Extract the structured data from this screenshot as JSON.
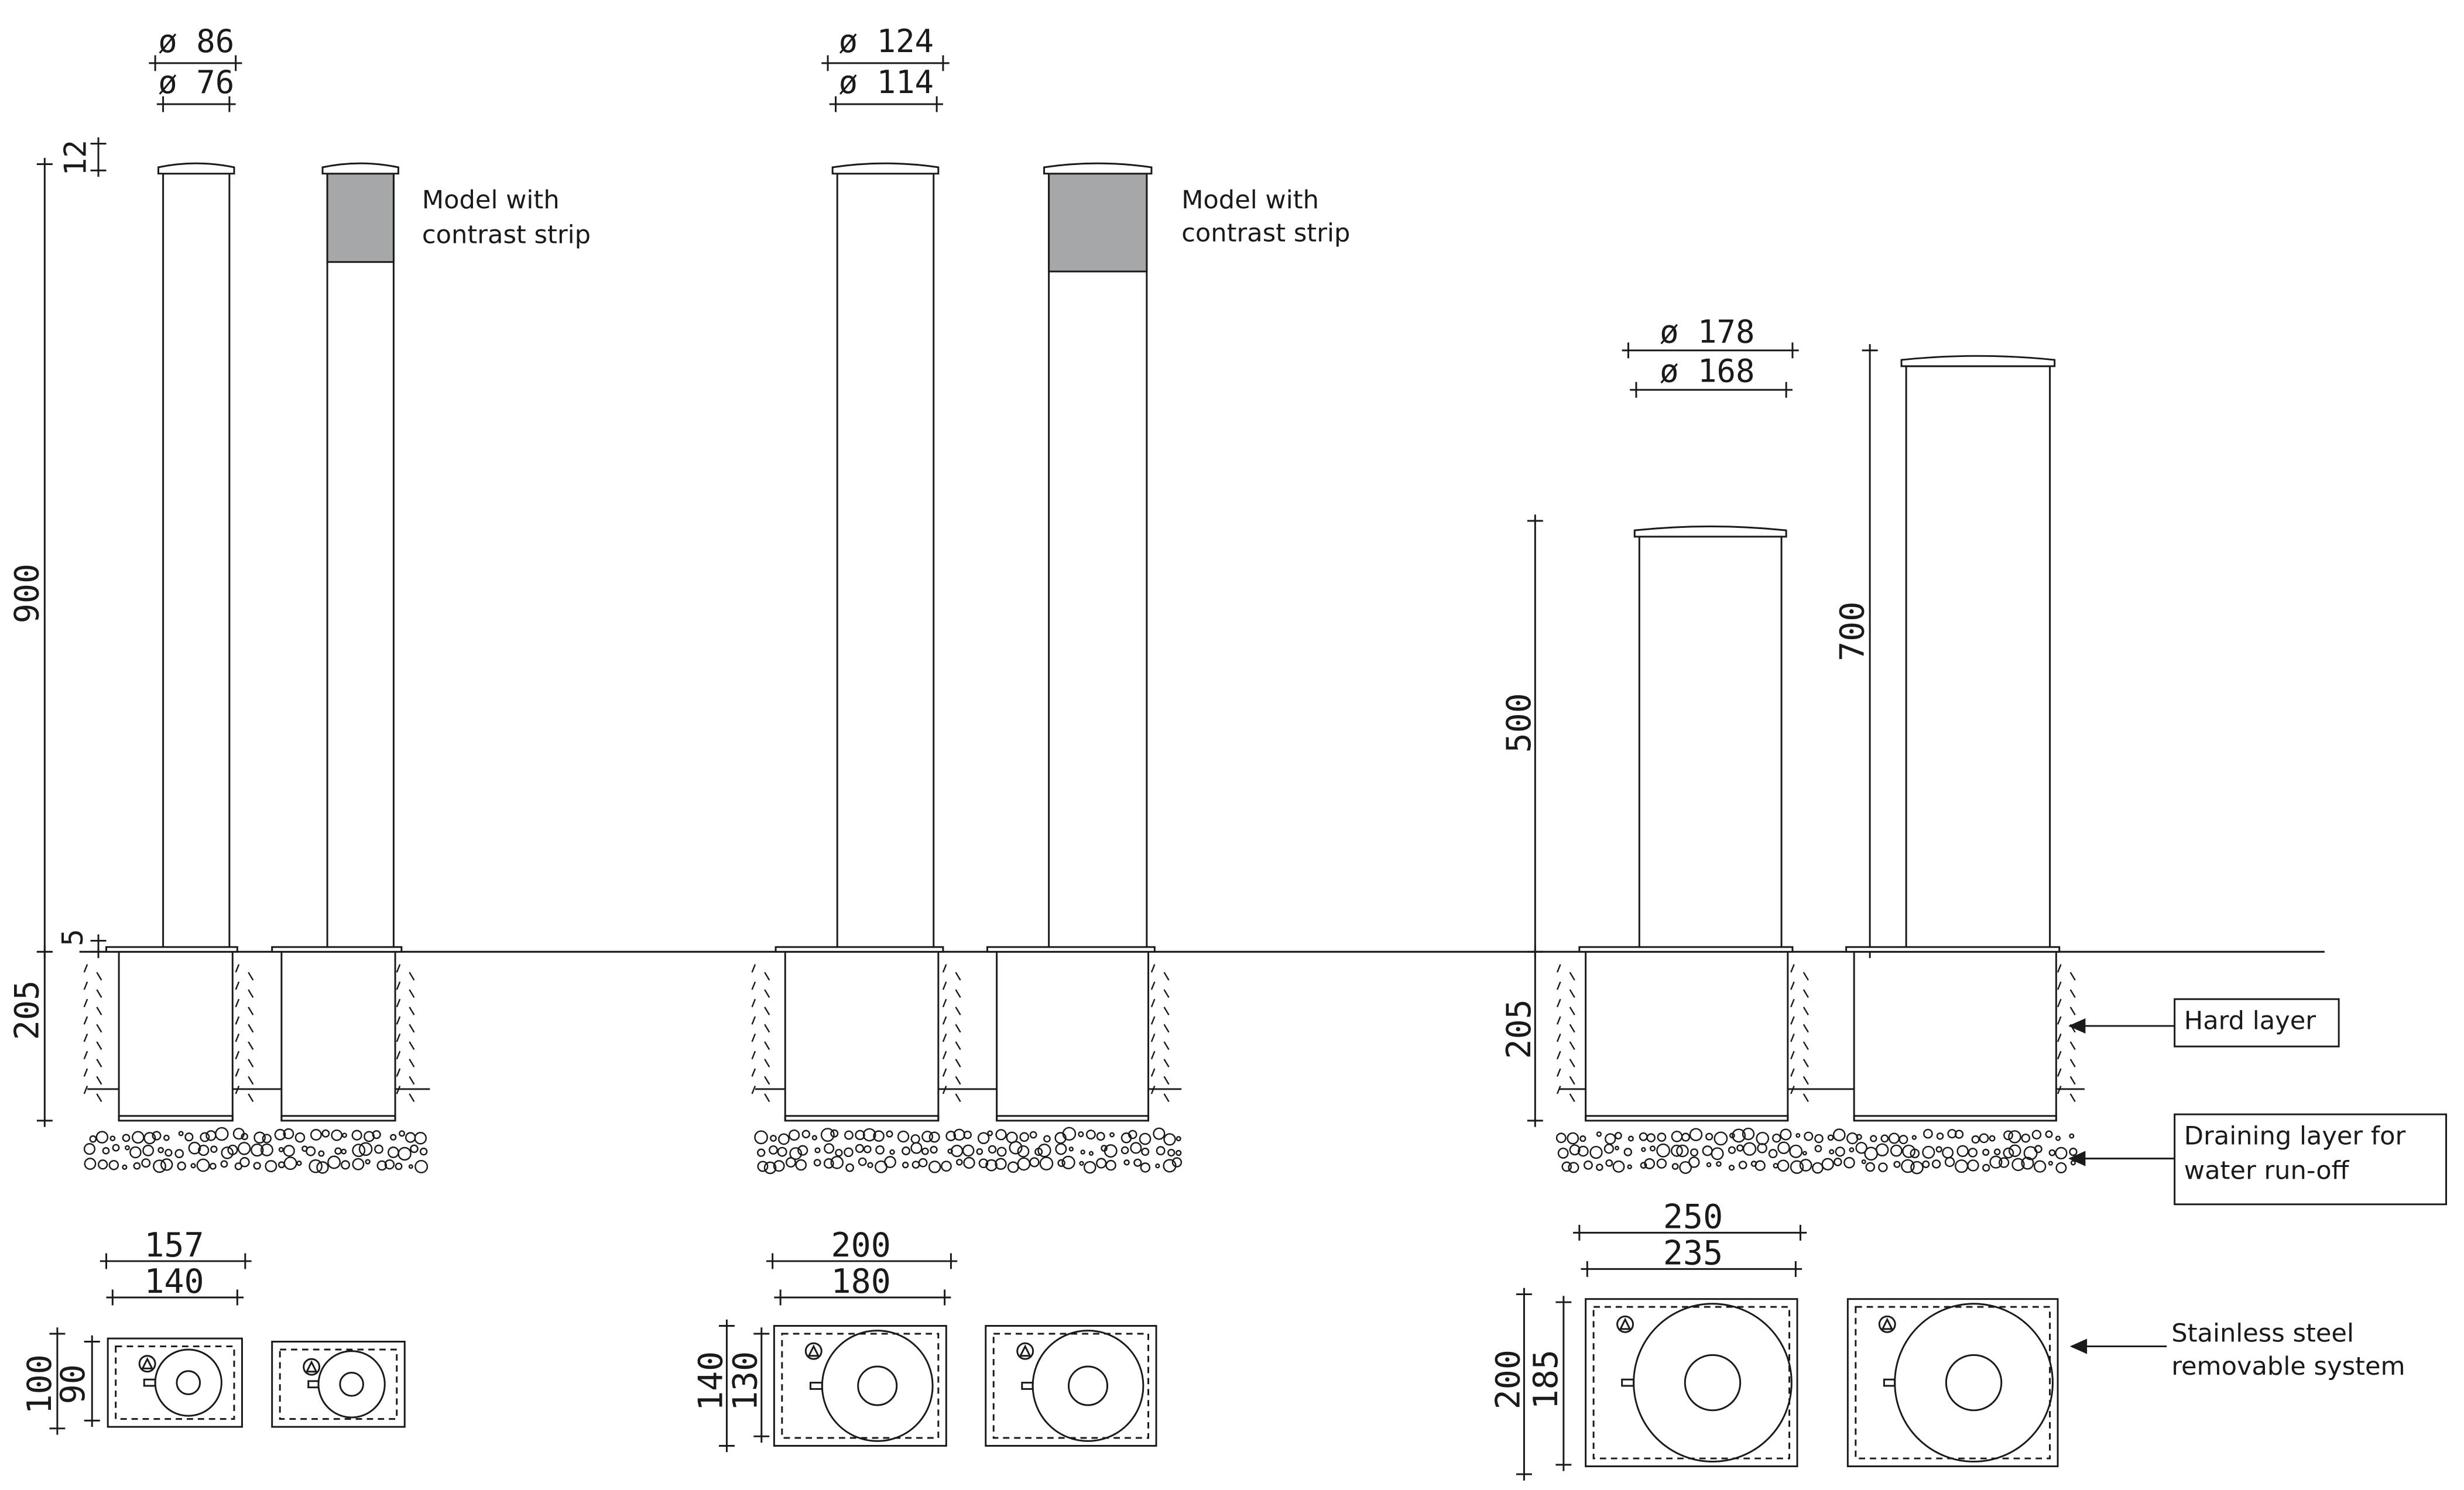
{
  "colors": {
    "line": "#1a1a1a",
    "strip": "#a6a7a9",
    "background": "#ffffff"
  },
  "annotations": {
    "model_strip_line1": "Model with",
    "model_strip_line2": "contrast strip",
    "hard_layer": "Hard layer",
    "draining_line1": "Draining layer for",
    "draining_line2": "water run-off",
    "stainless_line1": "Stainless steel",
    "stainless_line2": "removable system"
  },
  "dimensions": {
    "g1": {
      "outer_dia": "ø 86",
      "inner_dia": "ø 76",
      "cap": "12",
      "height": "900",
      "plate": "5",
      "depth": "205",
      "box_w_outer": "157",
      "box_w_inner": "140",
      "box_h_outer": "100",
      "box_h_inner": "90"
    },
    "g2": {
      "outer_dia": "ø 124",
      "inner_dia": "ø 114",
      "box_w_outer": "200",
      "box_w_inner": "180",
      "box_h_outer": "140",
      "box_h_inner": "130"
    },
    "g3": {
      "outer_dia": "ø 178",
      "inner_dia": "ø 168",
      "height_short": "500",
      "height_tall": "700",
      "depth": "205",
      "box_w_outer": "250",
      "box_w_inner": "235",
      "box_h_outer": "200",
      "box_h_inner": "185"
    }
  }
}
